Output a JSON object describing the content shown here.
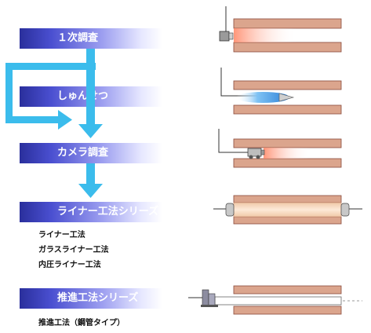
{
  "steps": [
    {
      "label": "１次調査"
    },
    {
      "label": "しゅんせつ"
    },
    {
      "label": "カメラ調査"
    },
    {
      "label": "ライナー工法シリーズ"
    },
    {
      "label": "推進工法シリーズ"
    }
  ],
  "liner_methods": [
    "ライナー工法",
    "ガラスライナー工法",
    "内圧ライナー工法"
  ],
  "jacking_methods": [
    "推進工法（鋼管タイプ）"
  ],
  "colors": {
    "band_dark": "#2a2f9c",
    "arrow": "#3bbcec",
    "pipe_wall": "#dba58d",
    "pipe_outline": "#8a4a3a"
  }
}
